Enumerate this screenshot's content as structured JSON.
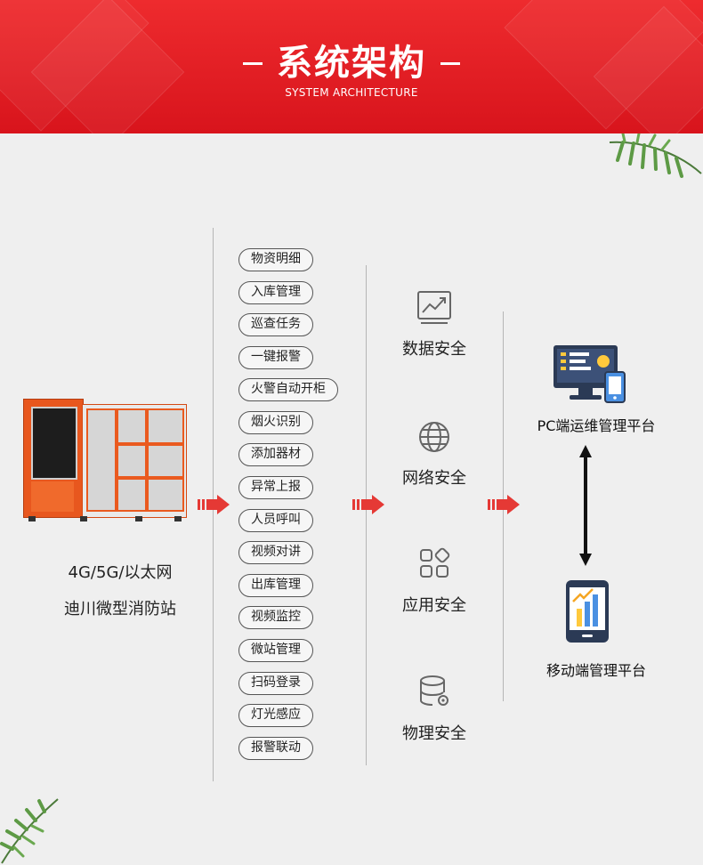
{
  "header": {
    "title": "系统架构",
    "subtitle": "SYSTEM ARCHITECTURE",
    "dash_left": "–",
    "dash_right": "–"
  },
  "left_panel": {
    "network_label": "4G/5G/以太网",
    "station_label": "迪川微型消防站"
  },
  "functions": [
    "物资明细",
    "入库管理",
    "巡查任务",
    "一键报警",
    "火警自动开柜",
    "烟火识别",
    "添加器材",
    "异常上报",
    "人员呼叫",
    "视频对讲",
    "出库管理",
    "视频监控",
    "微站管理",
    "扫码登录",
    "灯光感应",
    "报警联动"
  ],
  "security": [
    {
      "label": "数据安全",
      "icon": "chart-up-icon"
    },
    {
      "label": "网络安全",
      "icon": "globe-icon"
    },
    {
      "label": "应用安全",
      "icon": "apps-grid-icon"
    },
    {
      "label": "物理安全",
      "icon": "database-icon"
    }
  ],
  "platforms": {
    "pc": {
      "label": "PC端运维管理平台",
      "icon": "desktop-monitor-icon"
    },
    "mobile": {
      "label": "移动端管理平台",
      "icon": "smartphone-icon"
    }
  },
  "colors": {
    "brand_red": "#e11f26",
    "arrow_red": "#e53935",
    "cabinet_orange": "#e8571e",
    "accent_blue": "#2f6fc0",
    "background": "#efefef"
  }
}
